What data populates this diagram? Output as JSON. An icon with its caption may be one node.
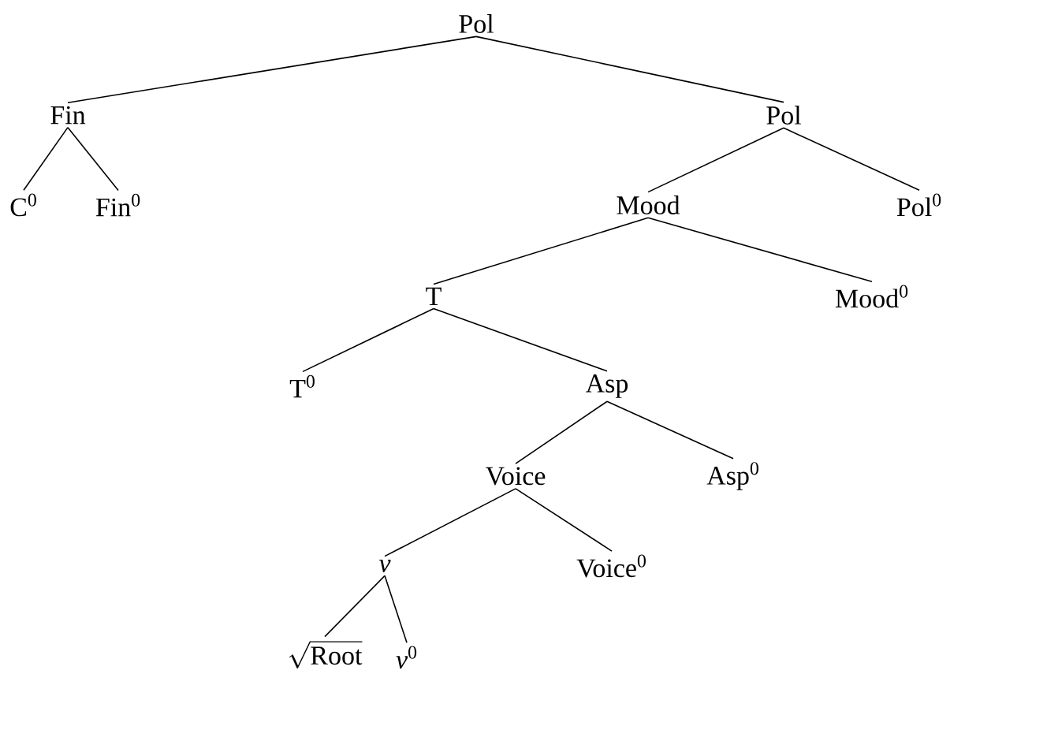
{
  "diagram": {
    "nodes": [
      {
        "text": [
          "Pol"
        ]
      },
      {
        "text": [
          "Fin"
        ]
      },
      {
        "text": [
          "Pol"
        ]
      },
      {
        "text": [
          "C$^{0}$"
        ]
      },
      {
        "text": [
          "Fin$^{0}$"
        ]
      },
      {
        "text": [
          "Mood"
        ]
      },
      {
        "text": [
          "Pol$^{0}$"
        ]
      },
      {
        "text": [
          "T"
        ]
      },
      {
        "text": [
          "Mood$^{0}$"
        ]
      },
      {
        "text": [
          "T$^{0}$"
        ]
      },
      {
        "text": [
          "Asp"
        ]
      },
      {
        "text": [
          "Voice"
        ]
      },
      {
        "text": [
          "Asp$^{0}$"
        ]
      },
      {
        "text": [
          "v"
        ]
      },
      {
        "text": [
          "Voice$^{0}$"
        ]
      },
      {
        "text": [
          "\\sqrt{\\textsc{Root}}"
        ]
      },
      {
        "text": [
          "*v*$^{0}$"
        ]
      }
    ],
    "edges": [
      {
        "from": 0,
        "to": 1,
        "arrow": "none"
      },
      {
        "from": 0,
        "to": 2,
        "arrow": "none"
      },
      {
        "from": 1,
        "to": 3,
        "arrow": "none"
      },
      {
        "from": 1,
        "to": 4,
        "arrow": "none"
      },
      {
        "from": 2,
        "to": 5,
        "arrow": "none"
      },
      {
        "from": 2,
        "to": 6,
        "arrow": "none"
      },
      {
        "from": 5,
        "to": 7,
        "arrow": "none"
      },
      {
        "from": 5,
        "to": 8,
        "arrow": "none"
      },
      {
        "from": 7,
        "to": 9,
        "arrow": "none"
      },
      {
        "from": 7,
        "to": 10,
        "arrow": "none"
      },
      {
        "from": 10,
        "to": 11,
        "arrow": "none"
      },
      {
        "from": 10,
        "to": 12,
        "arrow": "none"
      },
      {
        "from": 11,
        "to": 13,
        "arrow": "none"
      },
      {
        "from": 11,
        "to": 14,
        "arrow": "none"
      },
      {
        "from": 13,
        "to": 15,
        "arrow": "none"
      },
      {
        "from": 13,
        "to": 16,
        "arrow": "none"
      }
    ]
  }
}
